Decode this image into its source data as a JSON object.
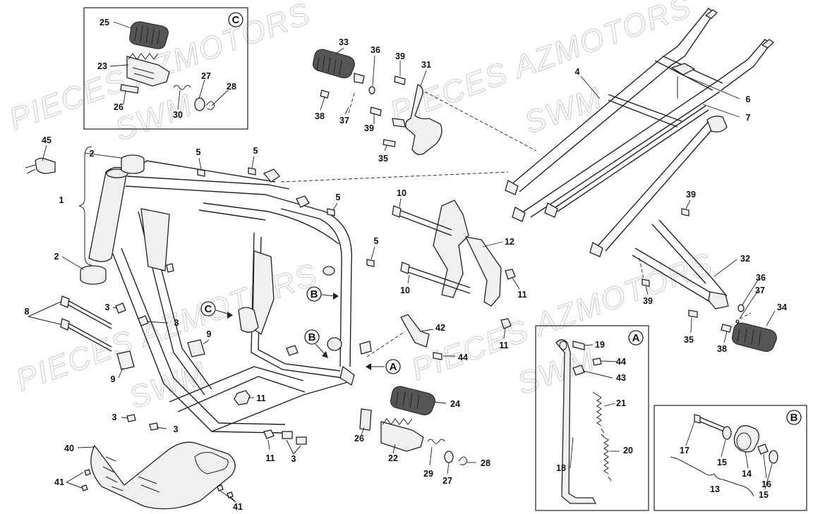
{
  "watermark": {
    "line1": "PIECES AZMOTORS",
    "line2": "SWM"
  },
  "detail_views": [
    {
      "id": "view_c",
      "letter": "C"
    },
    {
      "id": "view_a",
      "letter": "A"
    },
    {
      "id": "view_b",
      "letter": "B"
    }
  ],
  "frame_refs": {
    "c": "C",
    "b_upper": "B",
    "b_lower": "B",
    "a": "A"
  },
  "callouts": [
    {
      "id": "c25",
      "num": "25"
    },
    {
      "id": "c23",
      "num": "23"
    },
    {
      "id": "c26a",
      "num": "26"
    },
    {
      "id": "c27a",
      "num": "27"
    },
    {
      "id": "c28a",
      "num": "28"
    },
    {
      "id": "c30",
      "num": "30"
    },
    {
      "id": "c33",
      "num": "33"
    },
    {
      "id": "c36a",
      "num": "36"
    },
    {
      "id": "c39a",
      "num": "39"
    },
    {
      "id": "c31",
      "num": "31"
    },
    {
      "id": "c38a",
      "num": "38"
    },
    {
      "id": "c37a",
      "num": "37"
    },
    {
      "id": "c39b",
      "num": "39"
    },
    {
      "id": "c35a",
      "num": "35"
    },
    {
      "id": "c4",
      "num": "4"
    },
    {
      "id": "c6",
      "num": "6"
    },
    {
      "id": "c7",
      "num": "7"
    },
    {
      "id": "c45",
      "num": "45"
    },
    {
      "id": "c2a",
      "num": "2"
    },
    {
      "id": "c1",
      "num": "1"
    },
    {
      "id": "c2b",
      "num": "2"
    },
    {
      "id": "c5a",
      "num": "5"
    },
    {
      "id": "c5b",
      "num": "5"
    },
    {
      "id": "c5c",
      "num": "5"
    },
    {
      "id": "c5d",
      "num": "5"
    },
    {
      "id": "c10a",
      "num": "10"
    },
    {
      "id": "c12",
      "num": "12"
    },
    {
      "id": "c10b",
      "num": "10"
    },
    {
      "id": "c11a",
      "num": "11"
    },
    {
      "id": "c11b",
      "num": "11"
    },
    {
      "id": "c42",
      "num": "42"
    },
    {
      "id": "c44a",
      "num": "44"
    },
    {
      "id": "c8",
      "num": "8"
    },
    {
      "id": "c3a",
      "num": "3"
    },
    {
      "id": "c3b",
      "num": "3"
    },
    {
      "id": "c9a",
      "num": "9"
    },
    {
      "id": "c9b",
      "num": "9"
    },
    {
      "id": "c11c",
      "num": "11"
    },
    {
      "id": "c3c",
      "num": "3"
    },
    {
      "id": "c3d",
      "num": "3"
    },
    {
      "id": "c40",
      "num": "40"
    },
    {
      "id": "c41a",
      "num": "41"
    },
    {
      "id": "c41b",
      "num": "41"
    },
    {
      "id": "c11d",
      "num": "11"
    },
    {
      "id": "c3e",
      "num": "3"
    },
    {
      "id": "c24",
      "num": "24"
    },
    {
      "id": "c26b",
      "num": "26"
    },
    {
      "id": "c22",
      "num": "22"
    },
    {
      "id": "c29",
      "num": "29"
    },
    {
      "id": "c27b",
      "num": "27"
    },
    {
      "id": "c28b",
      "num": "28"
    },
    {
      "id": "c39c",
      "num": "39"
    },
    {
      "id": "c32",
      "num": "32"
    },
    {
      "id": "c36b",
      "num": "36"
    },
    {
      "id": "c37b",
      "num": "37"
    },
    {
      "id": "c39d",
      "num": "39"
    },
    {
      "id": "c34",
      "num": "34"
    },
    {
      "id": "c35b",
      "num": "35"
    },
    {
      "id": "c38b",
      "num": "38"
    },
    {
      "id": "c19",
      "num": "19"
    },
    {
      "id": "c44b",
      "num": "44"
    },
    {
      "id": "c43",
      "num": "43"
    },
    {
      "id": "c21",
      "num": "21"
    },
    {
      "id": "c20",
      "num": "20"
    },
    {
      "id": "c18",
      "num": "18"
    },
    {
      "id": "c17",
      "num": "17"
    },
    {
      "id": "c15a",
      "num": "15"
    },
    {
      "id": "c14",
      "num": "14"
    },
    {
      "id": "c16",
      "num": "16"
    },
    {
      "id": "c15b",
      "num": "15"
    },
    {
      "id": "c13",
      "num": "13"
    }
  ]
}
